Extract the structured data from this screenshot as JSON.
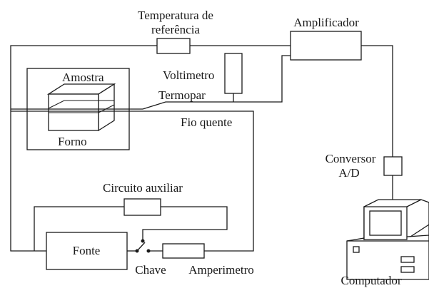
{
  "labels": {
    "temp_ref_line1": "Temperatura de",
    "temp_ref_line2": "referência",
    "amplificador": "Amplificador",
    "voltimetro": "Voltimetro",
    "amostra": "Amostra",
    "termopar": "Termopar",
    "fio_quente": "Fio quente",
    "forno": "Forno",
    "conversor_line1": "Conversor",
    "conversor_line2": "A/D",
    "circuito_auxiliar": "Circuito auxiliar",
    "fonte": "Fonte",
    "chave": "Chave",
    "amperimetro": "Amperimetro",
    "computador": "Computador"
  }
}
